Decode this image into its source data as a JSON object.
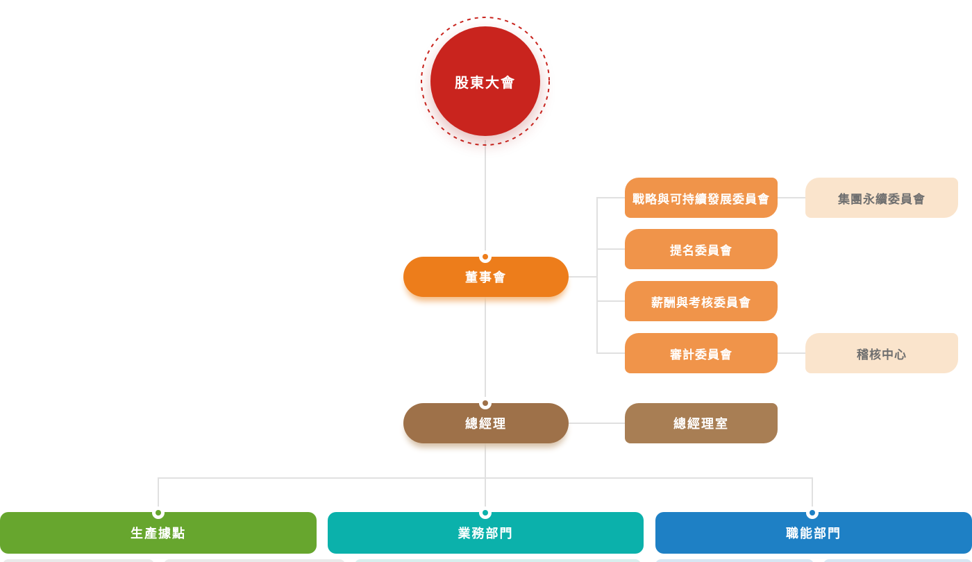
{
  "org": {
    "shareholders": {
      "label": "股東大會",
      "color": "#c9241e"
    },
    "board": {
      "label": "董事會",
      "color": "#ed7d1b"
    },
    "committee_color": "#f0944a",
    "committees": [
      {
        "label": "戰略與可持續發展委員會"
      },
      {
        "label": "提名委員會"
      },
      {
        "label": "薪酬與考核委員會"
      },
      {
        "label": "審計委員會"
      }
    ],
    "sub_box_color": "#fae4cc",
    "sub_boxes": [
      {
        "label": "集團永續委員會"
      },
      {
        "label": "稽核中心"
      }
    ],
    "general_manager": {
      "label": "總經理",
      "color": "#9e7149"
    },
    "gm_office": {
      "label": "總經理室",
      "color": "#a87e54"
    },
    "departments": [
      {
        "label": "生產據點",
        "color": "#67a62e"
      },
      {
        "label": "業務部門",
        "color": "#0bb1ab"
      },
      {
        "label": "職能部門",
        "color": "#1e80c5"
      }
    ],
    "connector_color": "#e0e0e0"
  }
}
